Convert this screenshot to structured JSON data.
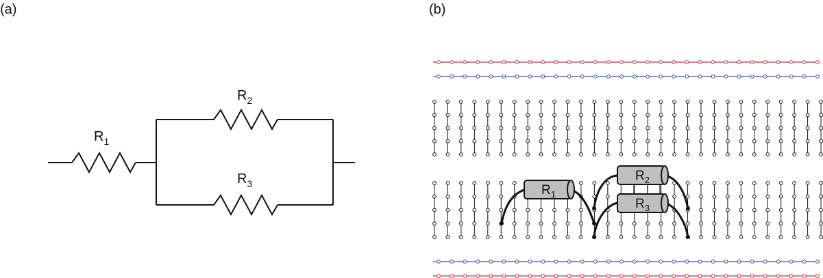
{
  "panels": {
    "a": {
      "label": "(a)"
    },
    "b": {
      "label": "(b)"
    }
  },
  "schematic": {
    "resistors": [
      {
        "id": "r1",
        "letter": "R",
        "index": "1"
      },
      {
        "id": "r2",
        "letter": "R",
        "index": "2"
      },
      {
        "id": "r3",
        "letter": "R",
        "index": "3"
      }
    ]
  },
  "breadboard": {
    "columns": 30,
    "holes_per_column": 5,
    "holes_per_rail": 30,
    "rails": [
      {
        "id": "top-positive-rail",
        "polarity": "positive"
      },
      {
        "id": "top-negative-rail",
        "polarity": "negative"
      },
      {
        "id": "bottom-negative-rail",
        "polarity": "negative"
      },
      {
        "id": "bottom-positive-rail",
        "polarity": "positive"
      }
    ],
    "resistors": [
      {
        "id": "bb-r1",
        "letter": "R",
        "index": "1"
      },
      {
        "id": "bb-r2",
        "letter": "R",
        "index": "2"
      },
      {
        "id": "bb-r3",
        "letter": "R",
        "index": "3"
      }
    ]
  },
  "colors": {
    "positive_rail": "#d22b3a",
    "negative_rail": "#3a4fb8",
    "wire": "#111111",
    "resistor_fill": "#bfbfbf",
    "hole_fill": "#ffffff"
  }
}
